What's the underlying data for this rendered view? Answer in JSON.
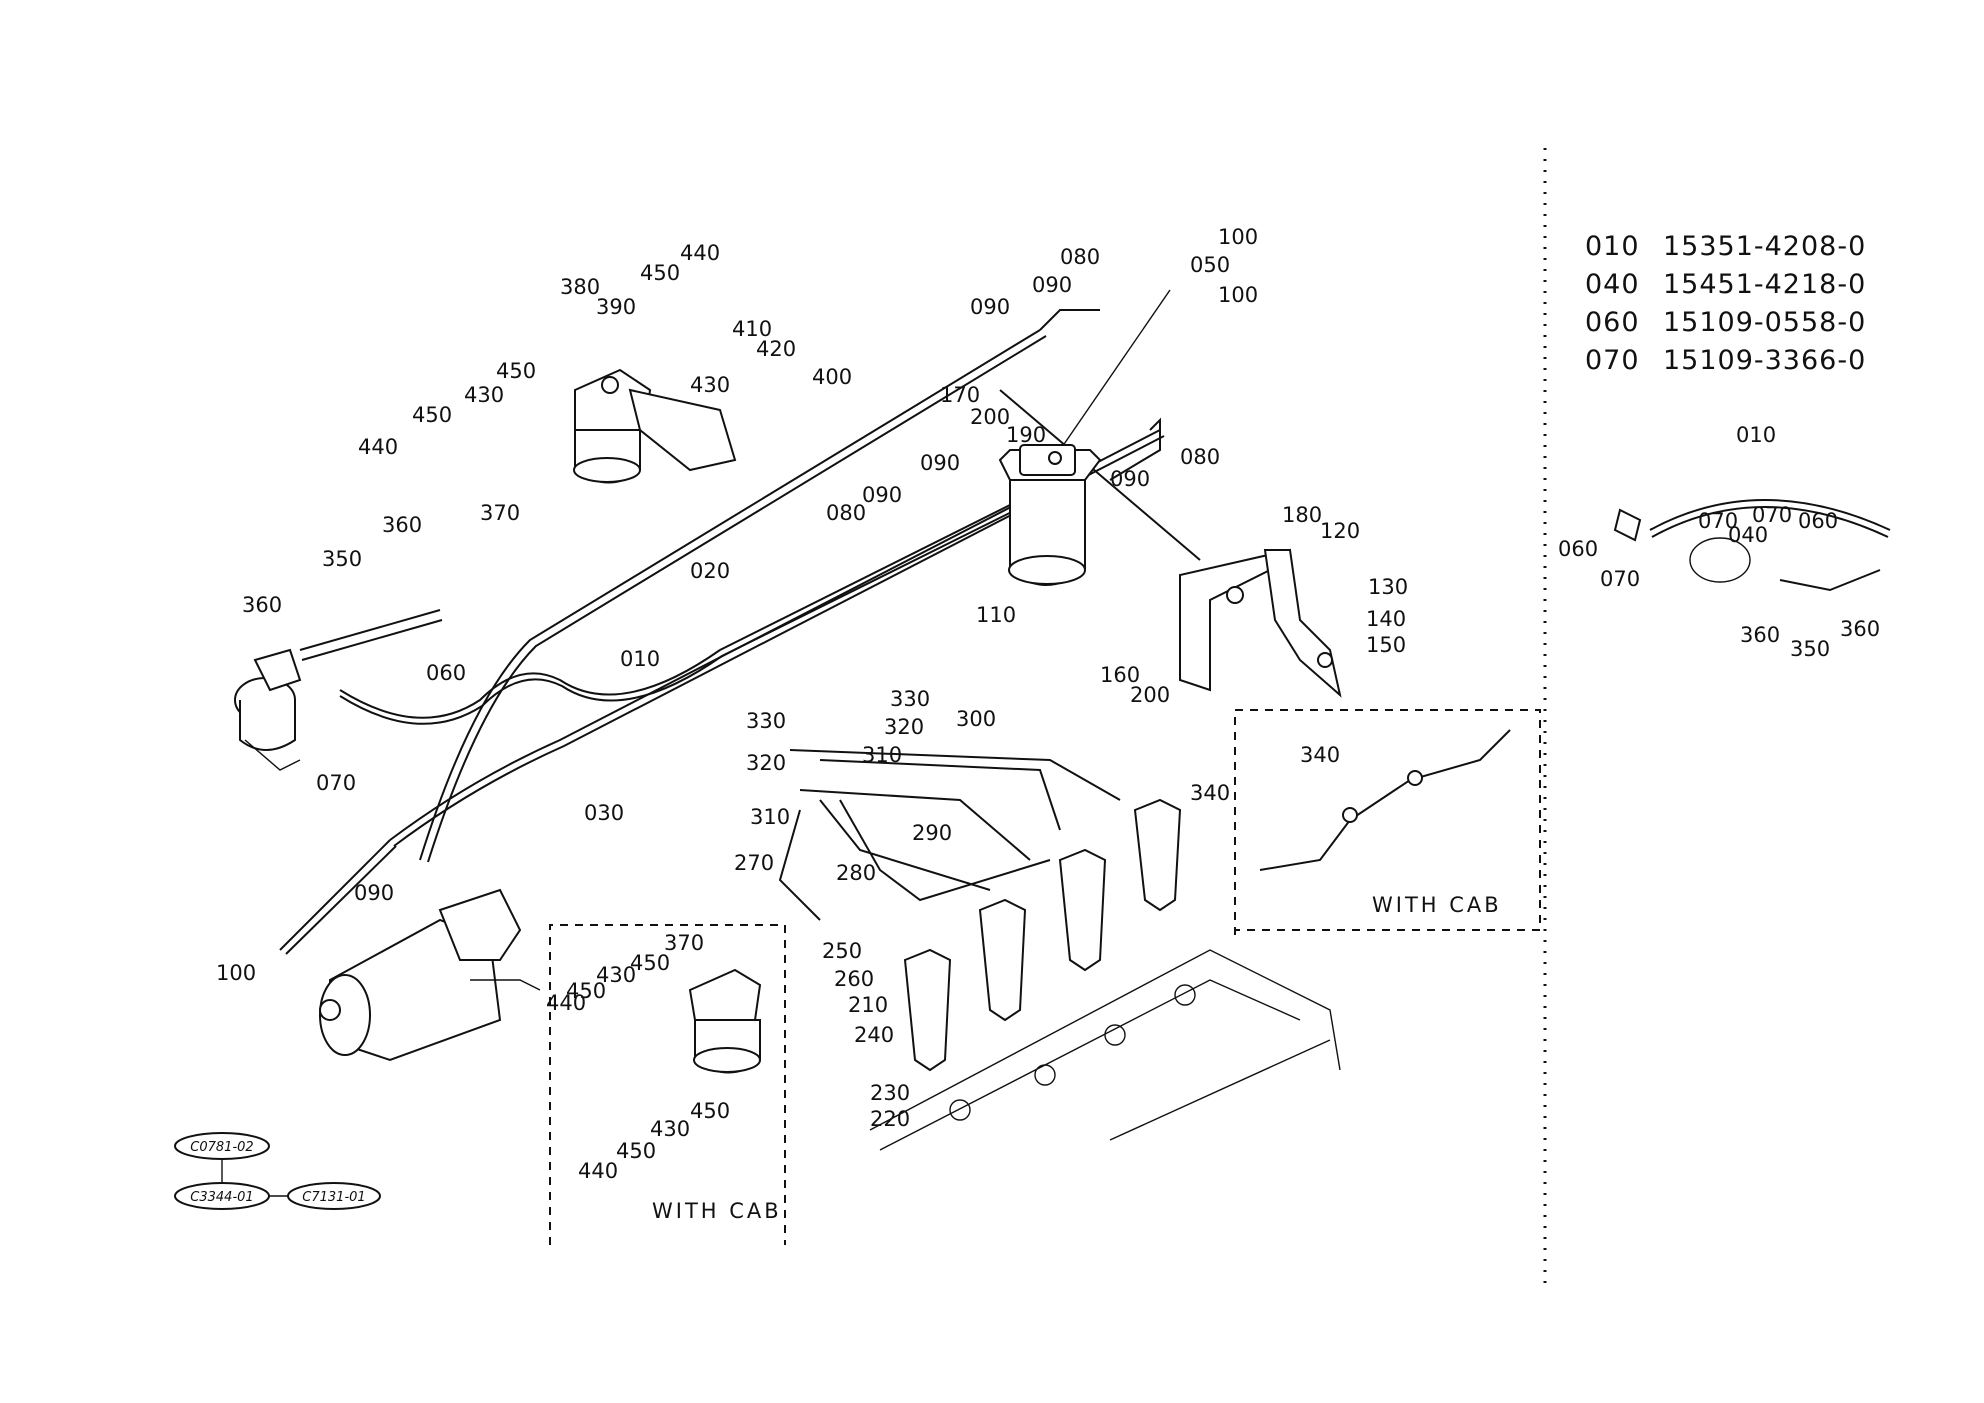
{
  "callouts": [
    "100",
    "050",
    "100",
    "080",
    "090",
    "090",
    "170",
    "200",
    "190",
    "090",
    "080",
    "090",
    "080",
    "090",
    "110",
    "180",
    "120",
    "130",
    "140",
    "150",
    "160",
    "200",
    "380",
    "390",
    "450",
    "440",
    "410",
    "420",
    "430",
    "400",
    "450",
    "430",
    "450",
    "440",
    "370",
    "360",
    "350",
    "360",
    "060",
    "070",
    "020",
    "010",
    "030",
    "090",
    "100",
    "330",
    "330",
    "320",
    "320",
    "310",
    "310",
    "300",
    "340",
    "290",
    "280",
    "270",
    "250",
    "260",
    "210",
    "240",
    "230",
    "220",
    "370",
    "450",
    "430",
    "450",
    "440",
    "450",
    "430",
    "440",
    "450",
    "340"
  ],
  "labels": {
    "with_cab_left": "WITH CAB",
    "with_cab_right": "WITH CAB"
  },
  "parts_table": [
    {
      "code": "010",
      "part_no": "15351-4208-0"
    },
    {
      "code": "040",
      "part_no": "15451-4218-0"
    },
    {
      "code": "060",
      "part_no": "15109-0558-0"
    },
    {
      "code": "070",
      "part_no": "15109-3366-0"
    }
  ],
  "inset_callouts": [
    "010",
    "060",
    "070",
    "070",
    "040",
    "070",
    "060",
    "360",
    "350",
    "360"
  ],
  "references": [
    "C0781-02",
    "C3344-01",
    "C7131-01"
  ]
}
